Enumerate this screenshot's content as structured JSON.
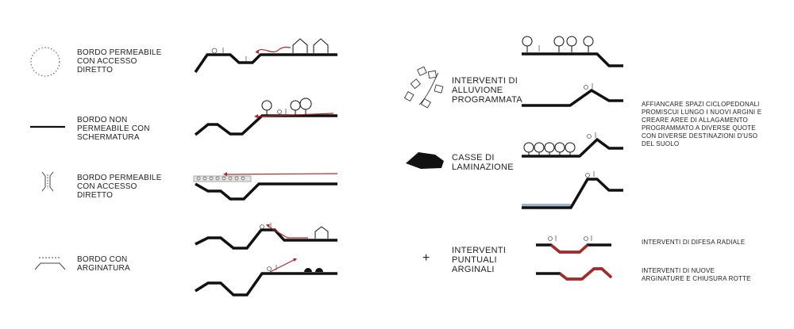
{
  "legend": [
    {
      "label": "BORDO PERMEABILE\nCON ACCESSO\nDIRETTO"
    },
    {
      "label": "BORDO NON\nPERMEABILE CON\nSCHERMATURA"
    },
    {
      "label": "BORDO PERMEABILE\nCON ACCESSO\nDIRETTO"
    },
    {
      "label": "BORDO CON\nARGINATURA"
    }
  ],
  "strategies": {
    "alluvione": "INTERVENTI DI\nALLUVIONE\nPROGRAMMATA",
    "casse": "CASSE DI\nLAMINAZIONE",
    "puntuali": "INTERVENTI\nPUNTUALI\nARGINALI",
    "plus_symbol": "+"
  },
  "notes": {
    "description": "AFFIANCARE SPAZI CICLOPEDONALI\nPROMISCUI LUNGO I NUOVI ARGINI E\nCREARE AREE DI ALLAGAMENTO\nPROGRAMMATO A DIVERSE QUOTE\nCON DIVERSE DESTINAZIONI D'USO\nDEL SUOLO",
    "difesa_radiale": "INTERVENTI DI DIFESA RADIALE",
    "nuove_arginature": "INTERVENTI DI NUOVE\nARGINATURE E CHIUSURA ROTTE"
  },
  "colors": {
    "line": "#111111",
    "accent": "#a52a2a",
    "water": "#9db4cc"
  }
}
